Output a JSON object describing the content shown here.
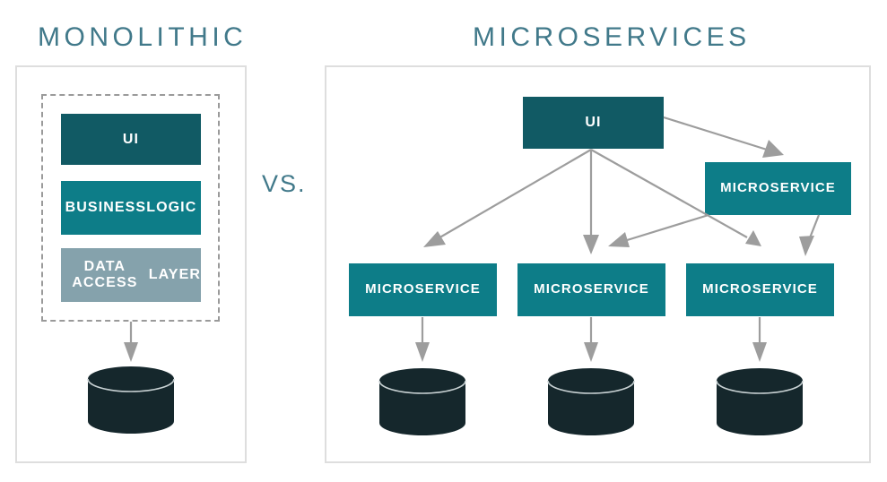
{
  "diagram": {
    "type": "architecture-comparison",
    "comparison_label": "VS.",
    "accent_colors": {
      "title_teal": "#41798a",
      "node_dark_teal": "#115a64",
      "node_teal": "#0d7d88",
      "node_slate": "#85a2ac",
      "database_dark": "#15272c",
      "arrow_gray": "#9d9d9d",
      "panel_border": "#dedede",
      "dashed_border": "#9a9a9a"
    }
  },
  "monolithic": {
    "title": "MONOLITHIC",
    "layers": [
      {
        "label": "UI",
        "style": "dark"
      },
      {
        "label": "BUSINESS\nLOGIC",
        "line1": "BUSINESS",
        "line2": "LOGIC",
        "style": "teal"
      },
      {
        "label": "DATA ACCESS\nLAYER",
        "line1": "DATA ACCESS",
        "line2": "LAYER",
        "style": "slate"
      }
    ],
    "database": {
      "name": "database-cylinder",
      "count": 1
    }
  },
  "microservices": {
    "title": "MICROSERVICES",
    "nodes": [
      {
        "id": "ui",
        "label": "UI",
        "style": "dark"
      },
      {
        "id": "ms-top",
        "label": "MICROSERVICE",
        "style": "teal"
      },
      {
        "id": "ms-1",
        "label": "MICROSERVICE",
        "style": "teal"
      },
      {
        "id": "ms-2",
        "label": "MICROSERVICE",
        "style": "teal"
      },
      {
        "id": "ms-3",
        "label": "MICROSERVICE",
        "style": "teal"
      }
    ],
    "databases": {
      "name": "database-cylinder",
      "count": 3
    },
    "connections": [
      {
        "from": "ui",
        "to": "ms-top"
      },
      {
        "from": "ui",
        "to": "ms-1"
      },
      {
        "from": "ui",
        "to": "ms-2"
      },
      {
        "from": "ui",
        "to": "ms-3"
      },
      {
        "from": "ms-top",
        "to": "ms-2"
      },
      {
        "from": "ms-top",
        "to": "ms-3"
      },
      {
        "from": "ms-1",
        "to": "db-1"
      },
      {
        "from": "ms-2",
        "to": "db-2"
      },
      {
        "from": "ms-3",
        "to": "db-3"
      }
    ]
  }
}
